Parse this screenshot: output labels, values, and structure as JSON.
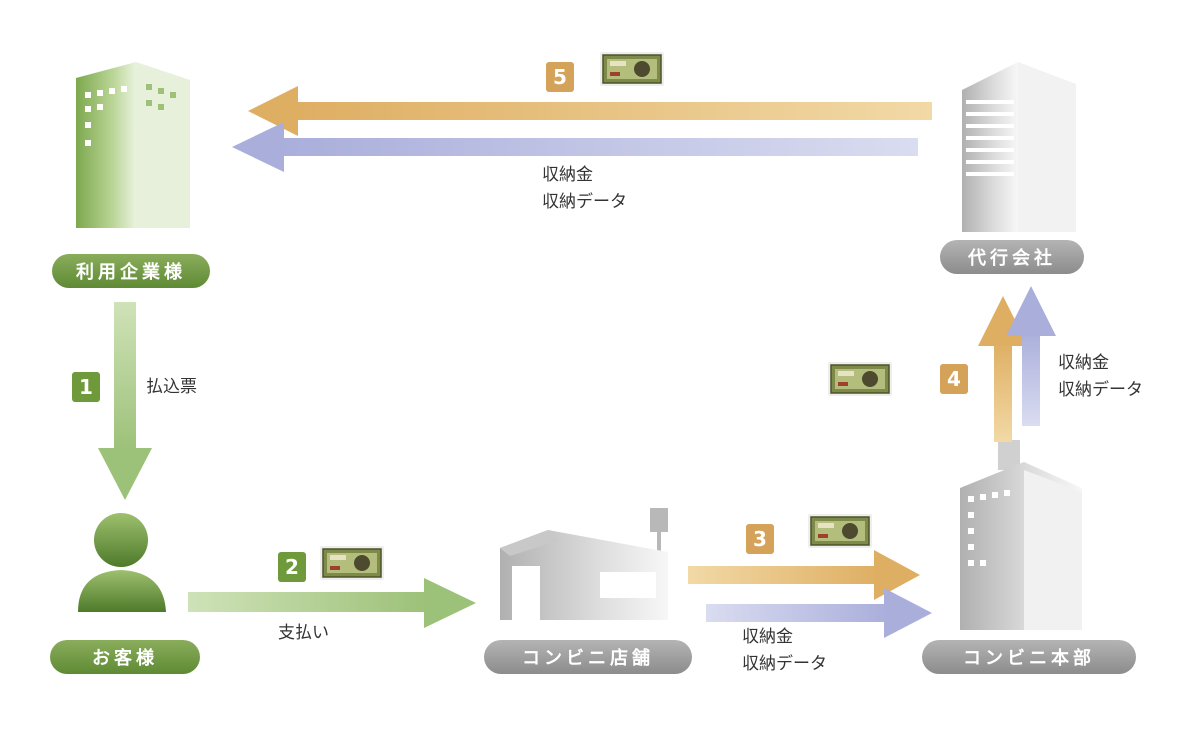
{
  "nodes": {
    "client_company": "利用企業様",
    "agency": "代行会社",
    "customer": "お客様",
    "store": "コンビニ店舗",
    "hq": "コンビニ本部"
  },
  "steps": [
    "1",
    "2",
    "3",
    "4",
    "5"
  ],
  "labels": {
    "step1": "払込票",
    "step2": "支払い",
    "step3_line1": "収納金",
    "step3_line2": "収納データ",
    "step4_line1": "収納金",
    "step4_line2": "収納データ",
    "step5_line1": "収納金",
    "step5_line2": "収納データ"
  },
  "colors": {
    "green": "#6f9a3c",
    "gold": "#d4a259",
    "lavender": "#aeb3dc",
    "gray": "#9a9a9a"
  },
  "icons": [
    "building-icon",
    "person-icon",
    "store-icon",
    "banknote-icon"
  ]
}
